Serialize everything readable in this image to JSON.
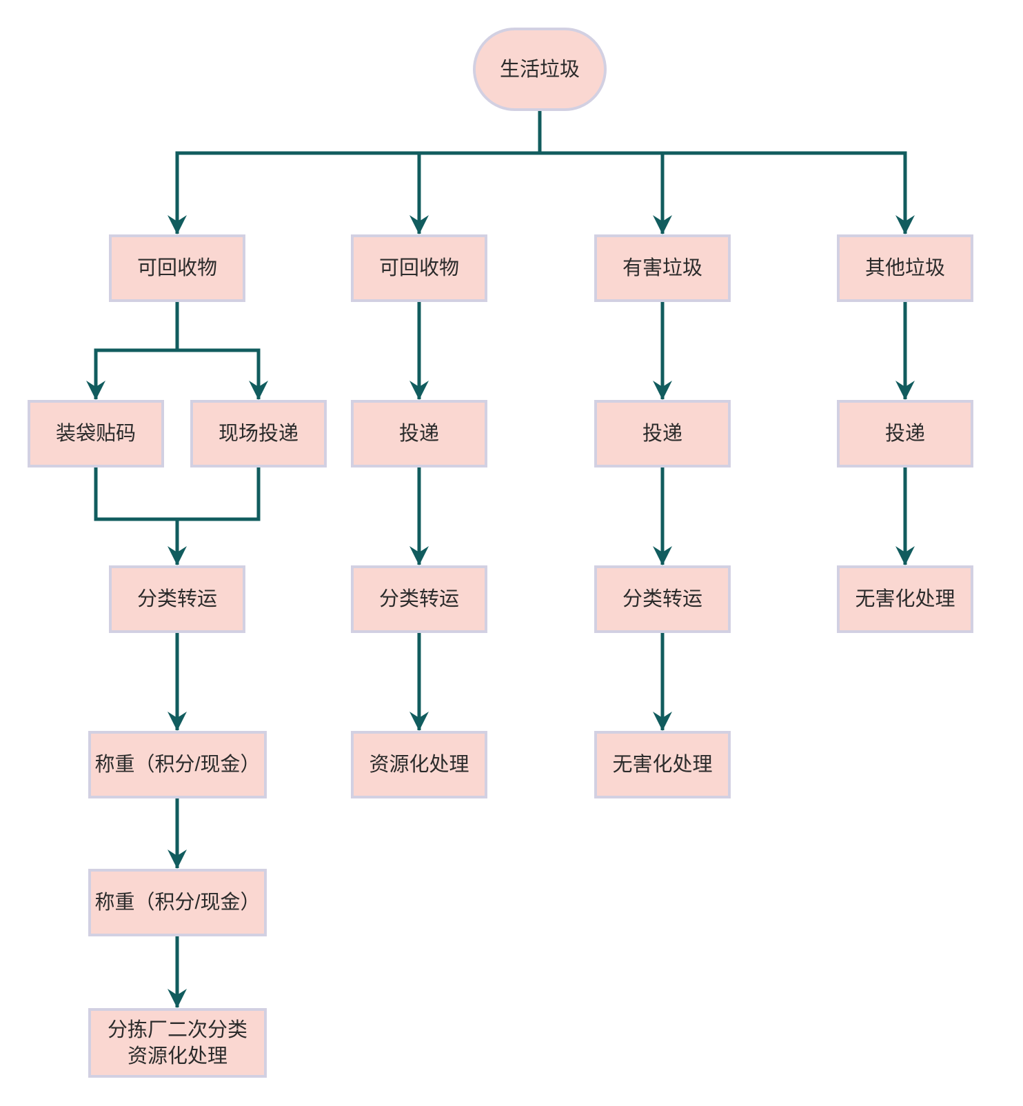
{
  "colors": {
    "node_fill": "#fad7d1",
    "node_border": "#d2d0e2",
    "connector": "#115c5e",
    "text": "#2b2b2b",
    "canvas_bg": "#ffffff"
  },
  "nodes": {
    "root": "生活垃圾",
    "recyclable1": "可回收物",
    "recyclable2": "可回收物",
    "harmful": "有害垃圾",
    "other": "其他垃圾",
    "bag_and_code": "装袋贴码",
    "onsite_delivery": "现场投递",
    "delivery_recyclable": "投递",
    "delivery_harmful": "投递",
    "delivery_other": "投递",
    "transfer_recyclable1": "分类转运",
    "transfer_recyclable2": "分类转运",
    "transfer_harmful": "分类转运",
    "harmless_other": "无害化处理",
    "weigh1": "称重（积分/现金）",
    "resource_recyclable2": "资源化处理",
    "harmless_harmful": "无害化处理",
    "weigh2": "称重（积分/现金）",
    "secondary_sorting": "分拣厂二次分类\n资源化处理"
  }
}
